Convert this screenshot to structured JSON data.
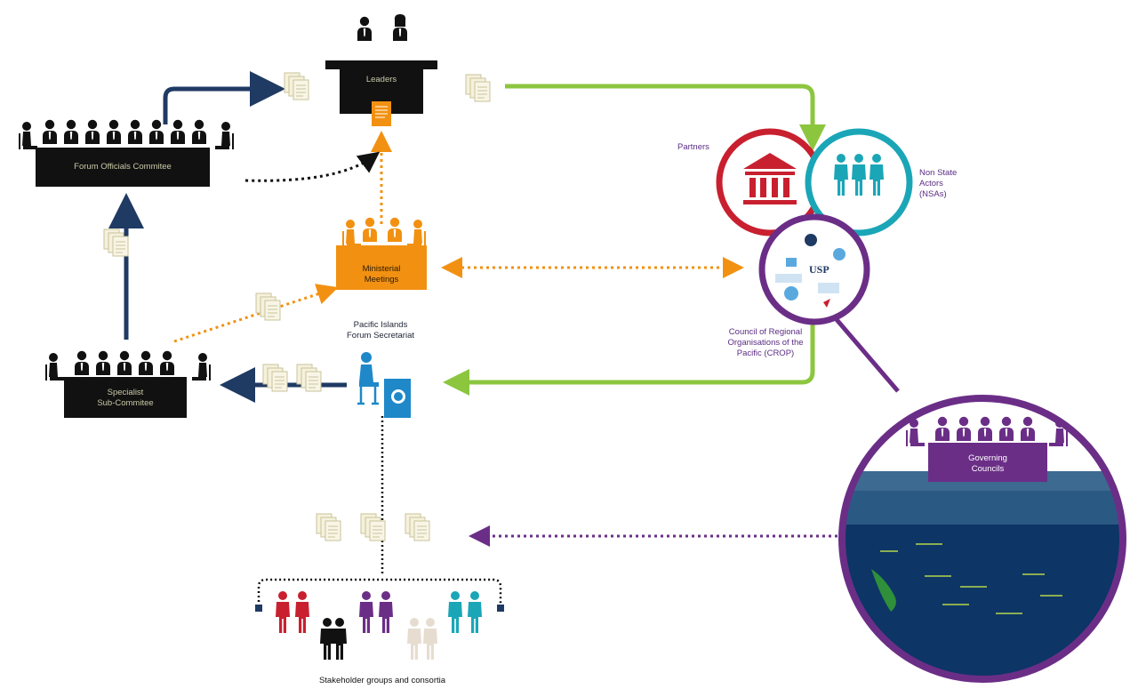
{
  "nodes": {
    "leaders": "Leaders",
    "forum_officials": "Forum Officials Commitee",
    "ministerial": [
      "Ministerial",
      "Meetings"
    ],
    "specialist": [
      "Specialist",
      "Sub-Commitee"
    ],
    "secretariat": [
      "Pacific Islands",
      "Forum Secretariat"
    ],
    "partners": "Partners",
    "nsa": [
      "Non State",
      "Actors",
      "(NSAs)"
    ],
    "crop": [
      "Council of Regional",
      "Organisations of the",
      "Pacific (CROP)"
    ],
    "governing": [
      "Governing",
      "Councils"
    ],
    "stakeholders": "Stakeholder groups and consortia",
    "crop_logo": "USP"
  },
  "colors": {
    "navy": "#1f3a63",
    "green": "#8cc63f",
    "orange": "#f29111",
    "purple": "#6b2e87",
    "red": "#c8202f",
    "teal": "#1aa6b7",
    "black": "#111111",
    "doc_cream": "#f5f1dc",
    "doc_stroke": "#c9c39a"
  }
}
